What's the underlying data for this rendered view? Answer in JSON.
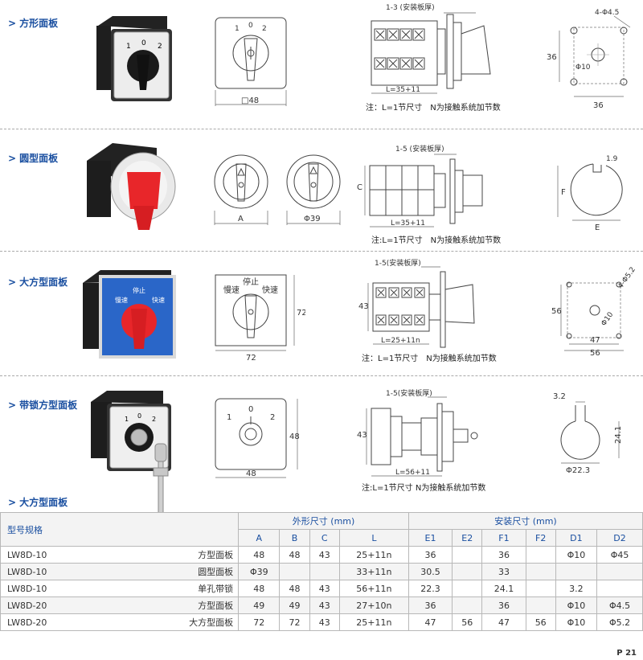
{
  "sections": [
    {
      "title": "方形面板",
      "dims": {
        "top_a": "□48",
        "pos_1": "1",
        "pos_0": "0",
        "pos_2": "2"
      },
      "side": {
        "top": "1-3 (安装板厚)",
        "bottom": "L=35+11",
        "note": "注：L=1节尺寸　N为接触系统加节数"
      },
      "mount": {
        "hole": "4-Φ4.5",
        "center": "Φ10",
        "h": "36",
        "w": "36"
      }
    },
    {
      "title": "圆型面板",
      "dims": {
        "a": "A",
        "b": "Φ39"
      },
      "side": {
        "top": "1-5 (安装板厚)",
        "left": "C",
        "bottom": "L=35+11",
        "note": "注:L=1节尺寸　N为接触系统加节数"
      },
      "mount": {
        "top": "1.9",
        "left": "F",
        "bottom": "E"
      }
    },
    {
      "title": "大方型面板",
      "dims": {
        "w": "72",
        "h": "72",
        "slow": "慢速",
        "stop": "停止",
        "fast": "快速"
      },
      "side": {
        "top": "1-5(安装板厚)",
        "left": "43",
        "bottom": "L=25+11n",
        "note": "注：L=1节尺寸　N为接触系统加节数"
      },
      "mount": {
        "hole": "4-Φ5.2",
        "center": "Φ10",
        "h": "56",
        "w1": "47",
        "w2": "56"
      }
    },
    {
      "title": "带锁方型面板",
      "dims": {
        "w": "48",
        "h": "48",
        "pos_1": "1",
        "pos_0": "0",
        "pos_2": "2"
      },
      "side": {
        "top": "1-5(安装板厚)",
        "left": "43",
        "bottom": "L=56+11",
        "note": "注:L=1节尺寸 N为接触系统加节数"
      },
      "mount": {
        "top": "3.2",
        "right": "24.1",
        "bottom": "Φ22.3"
      }
    }
  ],
  "photo_labels": {
    "square_pos": [
      "1",
      "0",
      "2"
    ],
    "large_labels": [
      "慢速",
      "停止",
      "快速"
    ]
  },
  "table_title": "大方型面板",
  "table": {
    "model_header": "型号规格",
    "group_outer": "外形尺寸 (mm)",
    "group_install": "安装尺寸 (mm)",
    "cols": [
      "A",
      "B",
      "C",
      "L",
      "E1",
      "E2",
      "F1",
      "F2",
      "D1",
      "D2"
    ],
    "rows": [
      {
        "model": "LW8D-10",
        "type": "方型面板",
        "cells": [
          "48",
          "48",
          "43",
          "25+11n",
          "36",
          "",
          "36",
          "",
          "Φ10",
          "Φ45"
        ]
      },
      {
        "model": "LW8D-10",
        "type": "圆型面板",
        "cells": [
          "Φ39",
          "",
          "",
          "33+11n",
          "30.5",
          "",
          "33",
          "",
          "",
          ""
        ]
      },
      {
        "model": "LW8D-10",
        "type": "单孔带锁",
        "cells": [
          "48",
          "48",
          "43",
          "56+11n",
          "22.3",
          "",
          "24.1",
          "",
          "3.2",
          ""
        ]
      },
      {
        "model": "LW8D-20",
        "type": "方型面板",
        "cells": [
          "49",
          "49",
          "43",
          "27+10n",
          "36",
          "",
          "36",
          "",
          "Φ10",
          "Φ4.5"
        ]
      },
      {
        "model": "LW8D-20",
        "type": "大方型面板",
        "cells": [
          "72",
          "72",
          "43",
          "25+11n",
          "47",
          "56",
          "47",
          "56",
          "Φ10",
          "Φ5.2"
        ]
      }
    ]
  },
  "page_number": "P 21",
  "colors": {
    "accent": "#1a4fa0",
    "red_knob": "#e8262a",
    "blue_panel": "#2a66c8"
  }
}
